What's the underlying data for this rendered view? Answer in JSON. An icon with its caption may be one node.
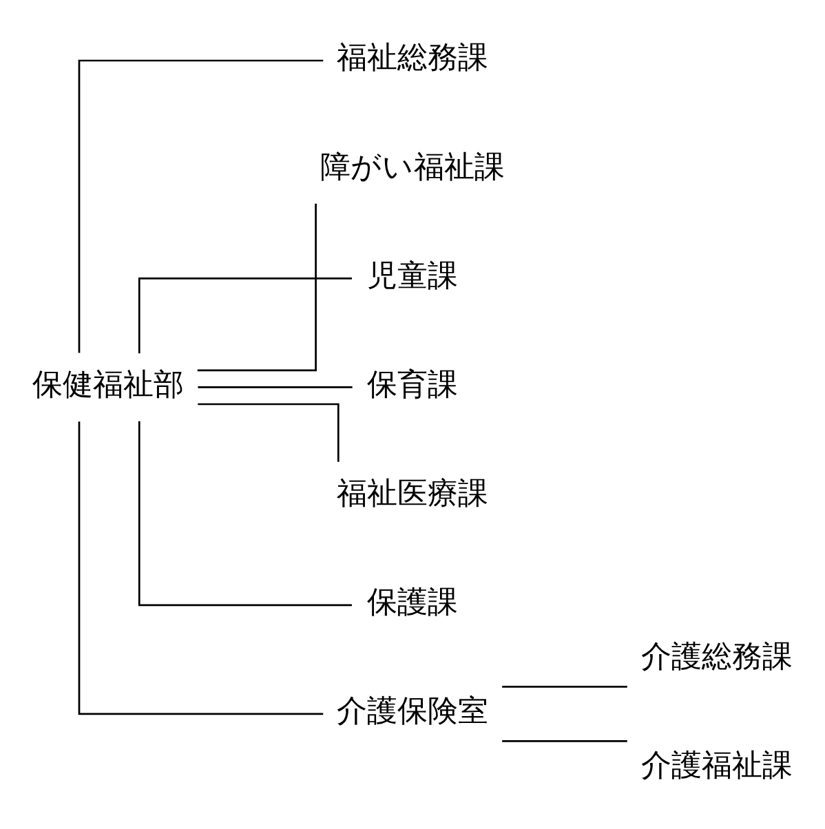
{
  "diagram": {
    "nodes": [
      {
        "text": [
          "保健福祉部"
        ]
      },
      {
        "text": [
          "福祉総務課"
        ]
      },
      {
        "text": [
          "障がい福祉課"
        ]
      },
      {
        "text": [
          "児童課"
        ]
      },
      {
        "text": [
          "保育課"
        ]
      },
      {
        "text": [
          "福祉医療課"
        ]
      },
      {
        "text": [
          "保護課"
        ]
      },
      {
        "text": [
          "介護保険室"
        ]
      },
      {
        "text": [
          "介護総務課"
        ]
      },
      {
        "text": [
          "介護福祉課"
        ]
      }
    ],
    "edges": [
      {
        "from": 0,
        "to": 1,
        "arrow": "none"
      },
      {
        "from": 0,
        "to": 2,
        "arrow": "none"
      },
      {
        "from": 0,
        "to": 3,
        "arrow": "none"
      },
      {
        "from": 0,
        "to": 4,
        "arrow": "none"
      },
      {
        "from": 0,
        "to": 5,
        "arrow": "none"
      },
      {
        "from": 0,
        "to": 6,
        "arrow": "none"
      },
      {
        "from": 0,
        "to": 7,
        "arrow": "none"
      },
      {
        "from": 7,
        "to": 8,
        "arrow": "none"
      },
      {
        "from": 7,
        "to": 9,
        "arrow": "none"
      }
    ]
  }
}
